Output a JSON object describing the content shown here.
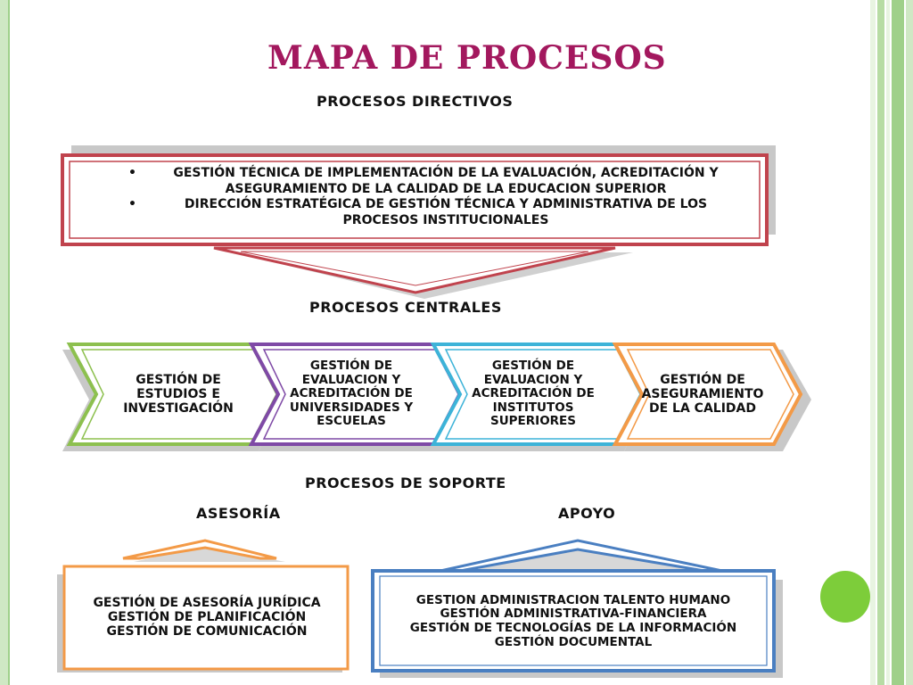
{
  "title": "MAPA DE PROCESOS",
  "sections": {
    "directivos": "PROCESOS DIRECTIVOS",
    "centrales": "PROCESOS CENTRALES",
    "soporte": "PROCESOS DE SOPORTE",
    "asesoria": "ASESORÍA",
    "apoyo": "APOYO"
  },
  "directivos_items": [
    "GESTIÓN TÉCNICA DE IMPLEMENTACIÓN DE LA EVALUACIÓN, ACREDITACIÓN Y ASEGURAMIENTO DE LA CALIDAD DE LA EDUCACION SUPERIOR",
    "DIRECCIÓN ESTRATÉGICA DE GESTIÓN TÉCNICA Y ADMINISTRATIVA DE LOS PROCESOS INSTITUCIONALES"
  ],
  "centrales": [
    {
      "lines": [
        "GESTIÓN DE",
        "ESTUDIOS E",
        "INVESTIGACIÓN"
      ],
      "color": "#8dc04f"
    },
    {
      "lines": [
        "GESTIÓN DE",
        "EVALUACION Y",
        "ACREDITACIÓN DE",
        "UNIVERSIDADES  Y",
        "ESCUELAS"
      ],
      "color": "#7f4aa6"
    },
    {
      "lines": [
        "GESTIÓN DE",
        "EVALUACION Y",
        "ACREDITACIÓN DE",
        "INSTITUTOS",
        "SUPERIORES"
      ],
      "color": "#3db3d8"
    },
    {
      "lines": [
        "GESTIÓN DE",
        "ASEGURAMIENTO",
        "DE LA CALIDAD"
      ],
      "color": "#f39a47"
    }
  ],
  "asesoria_items": [
    "GESTIÓN DE ASESORÍA JURÍDICA",
    "GESTIÓN DE PLANIFICACIÓN",
    "GESTIÓN DE COMUNICACIÓN"
  ],
  "apoyo_items": [
    "GESTION ADMINISTRACION TALENTO HUMANO",
    "GESTIÓN ADMINISTRATIVA-FINANCIERA",
    "GESTIÓN DE TECNOLOGÍAS DE LA INFORMACIÓN",
    "GESTIÓN DOCUMENTAL"
  ],
  "colors": {
    "title": "#a3185e",
    "directivos": "#c0434d",
    "asesoria": "#f39a47",
    "apoyo": "#4a7fc1",
    "shadow": "#c8c8c8",
    "accent_dot": "#7dcd3a"
  }
}
